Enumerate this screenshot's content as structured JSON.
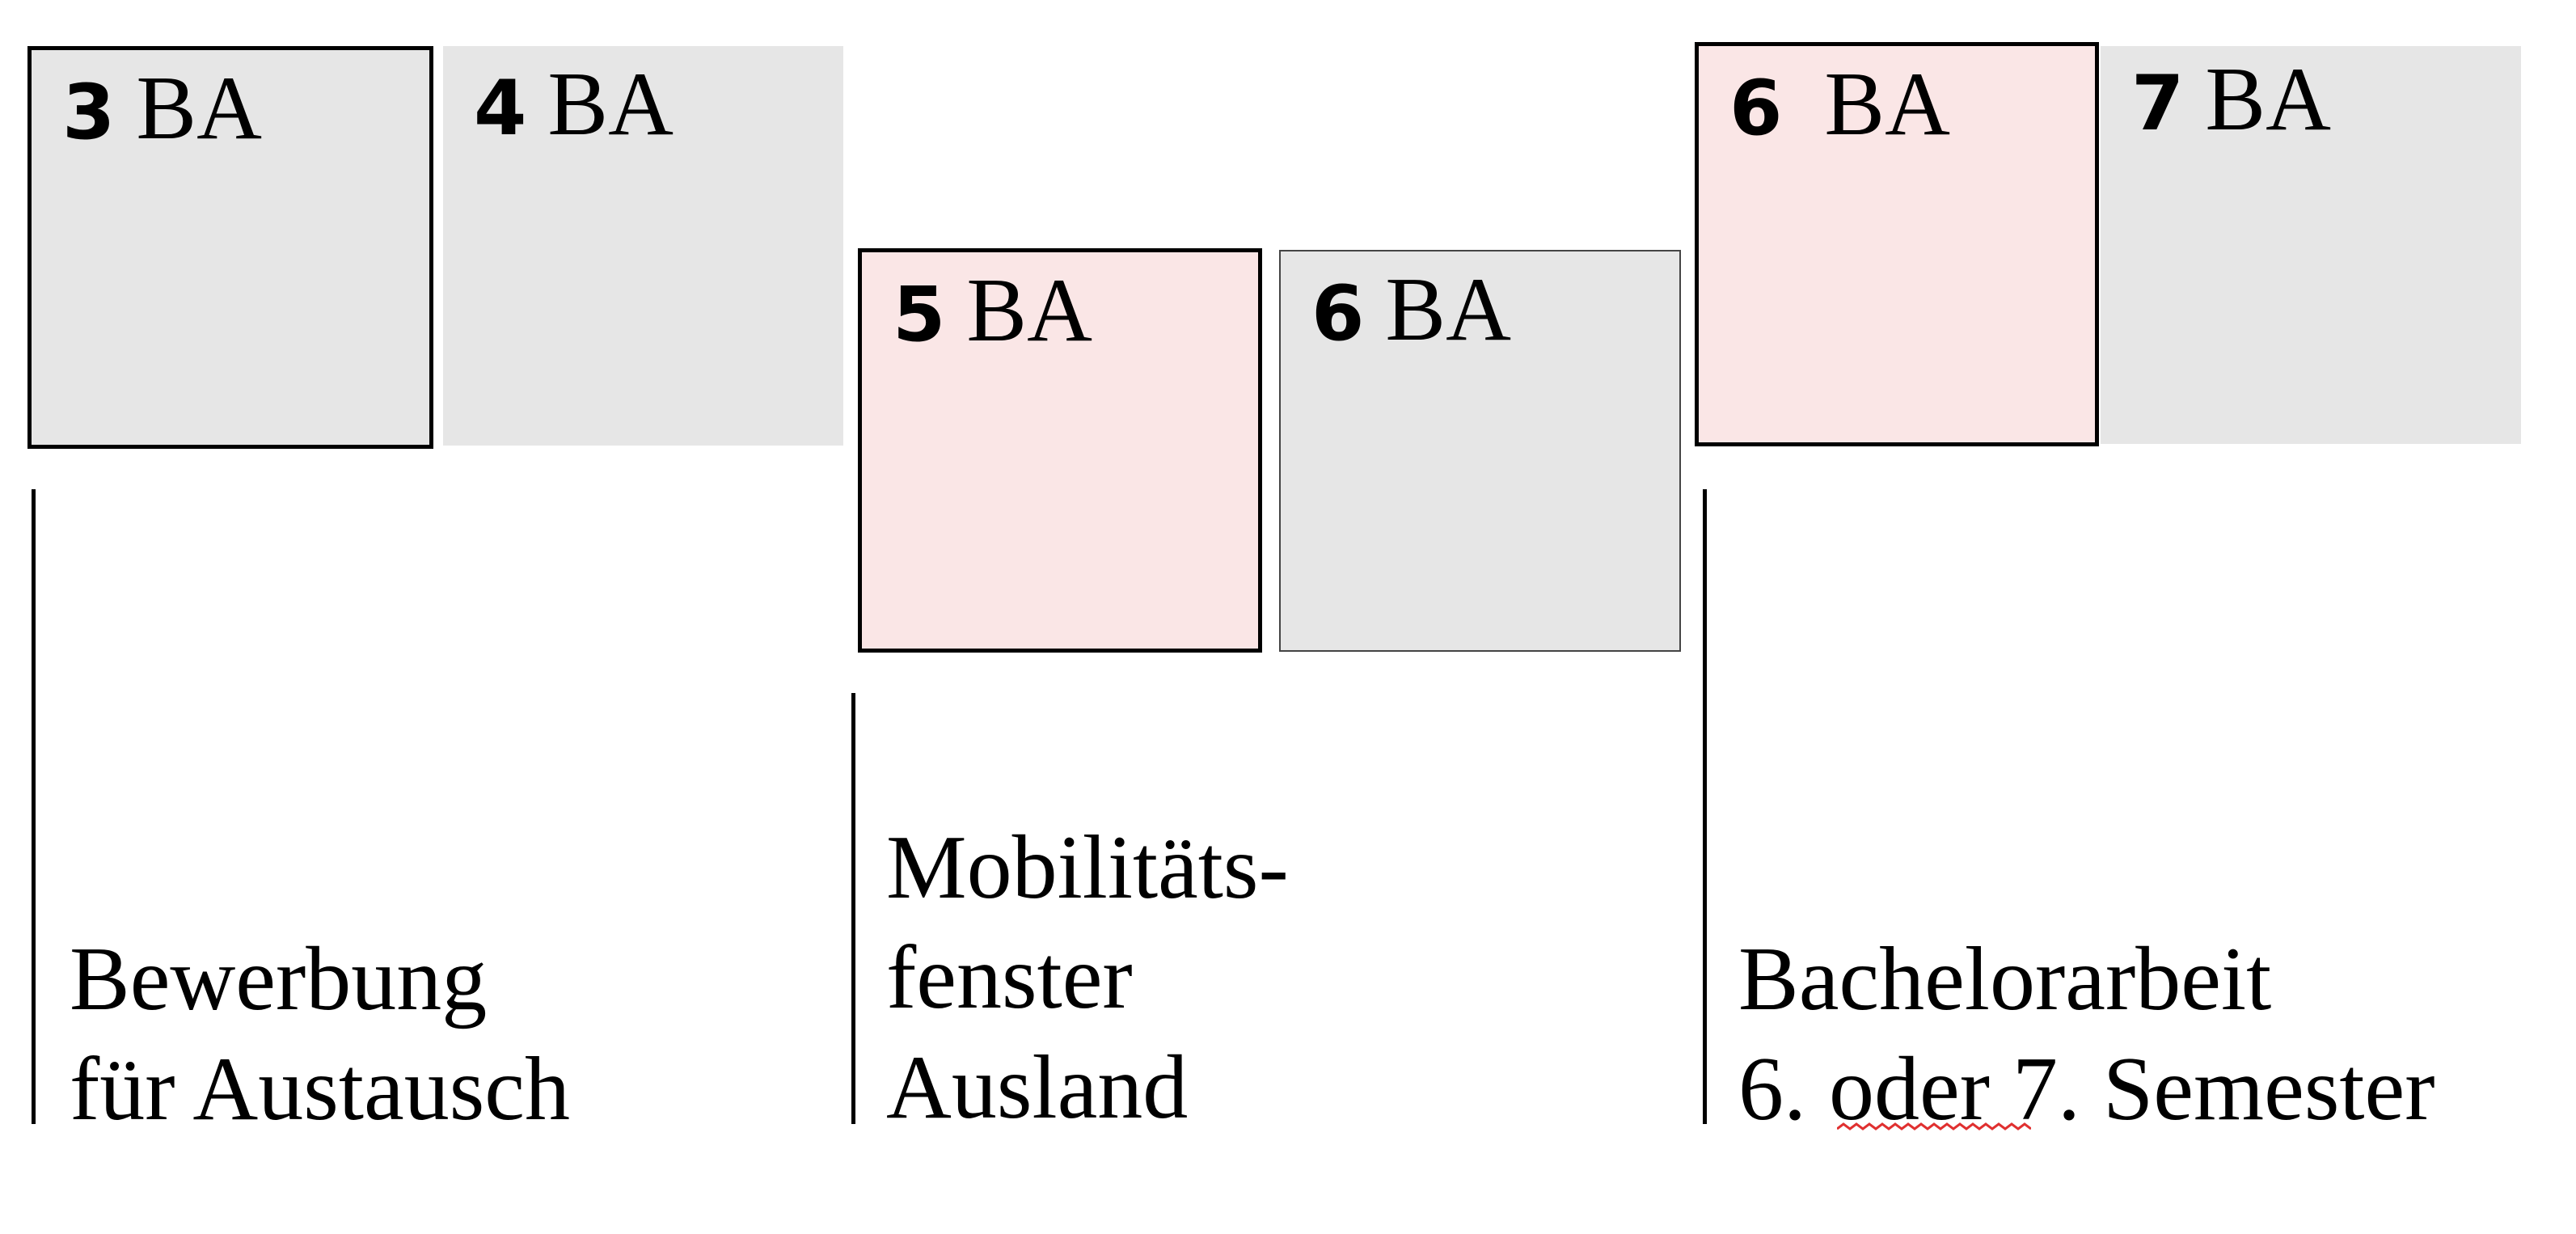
{
  "colors": {
    "grey": "#e6e6e6",
    "pink": "#fae6e6",
    "border": "#000000",
    "spellcheck": "#e03030"
  },
  "boxes": [
    {
      "number": "3",
      "label": "BA",
      "fill": "grey"
    },
    {
      "number": "4",
      "label": "BA",
      "fill": "grey"
    },
    {
      "number": "5",
      "label": "BA",
      "fill": "pink"
    },
    {
      "number": "6",
      "label": "BA",
      "fill": "grey"
    },
    {
      "number": "6",
      "label": "BA",
      "fill": "pink"
    },
    {
      "number": "7",
      "label": "BA",
      "fill": "grey"
    }
  ],
  "notes": [
    {
      "lines": [
        "Bewerbung",
        "für Austausch"
      ]
    },
    {
      "lines": [
        "Mobilitäts-",
        "fenster",
        "Ausland"
      ]
    },
    {
      "lines": [
        "Bachelorarbeit",
        "6. oder 7. Semester"
      ]
    }
  ]
}
